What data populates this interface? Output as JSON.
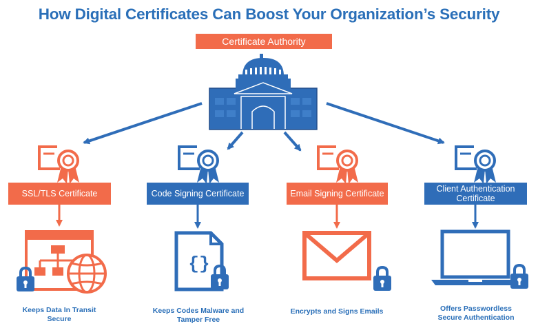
{
  "title": "How Digital Certificates Can Boost Your Organization’s Security",
  "authority": {
    "label": "Certificate Authority"
  },
  "certificates": [
    {
      "label": "SSL/TLS Certificate",
      "caption": [
        "Keeps Data In Transit",
        "Secure"
      ]
    },
    {
      "label": "Code Signing Certificate",
      "caption": [
        "Keeps Codes Malware and",
        "Tamper Free"
      ]
    },
    {
      "label": "Email Signing Certificate",
      "caption": [
        "Encrypts and Signs Emails"
      ]
    },
    {
      "label": "Client Authentication Certificate",
      "caption": [
        "Offers Passwordless",
        "Secure Authentication"
      ]
    }
  ],
  "colors": {
    "orange": "#f26b4a",
    "blue": "#2f6db8",
    "title_blue": "#2a6fb8"
  },
  "icons": [
    "bank-building-icon",
    "certificate-badge-icon",
    "sitemap-globe-icon",
    "code-file-icon",
    "envelope-icon",
    "laptop-icon",
    "padlock-icon"
  ]
}
